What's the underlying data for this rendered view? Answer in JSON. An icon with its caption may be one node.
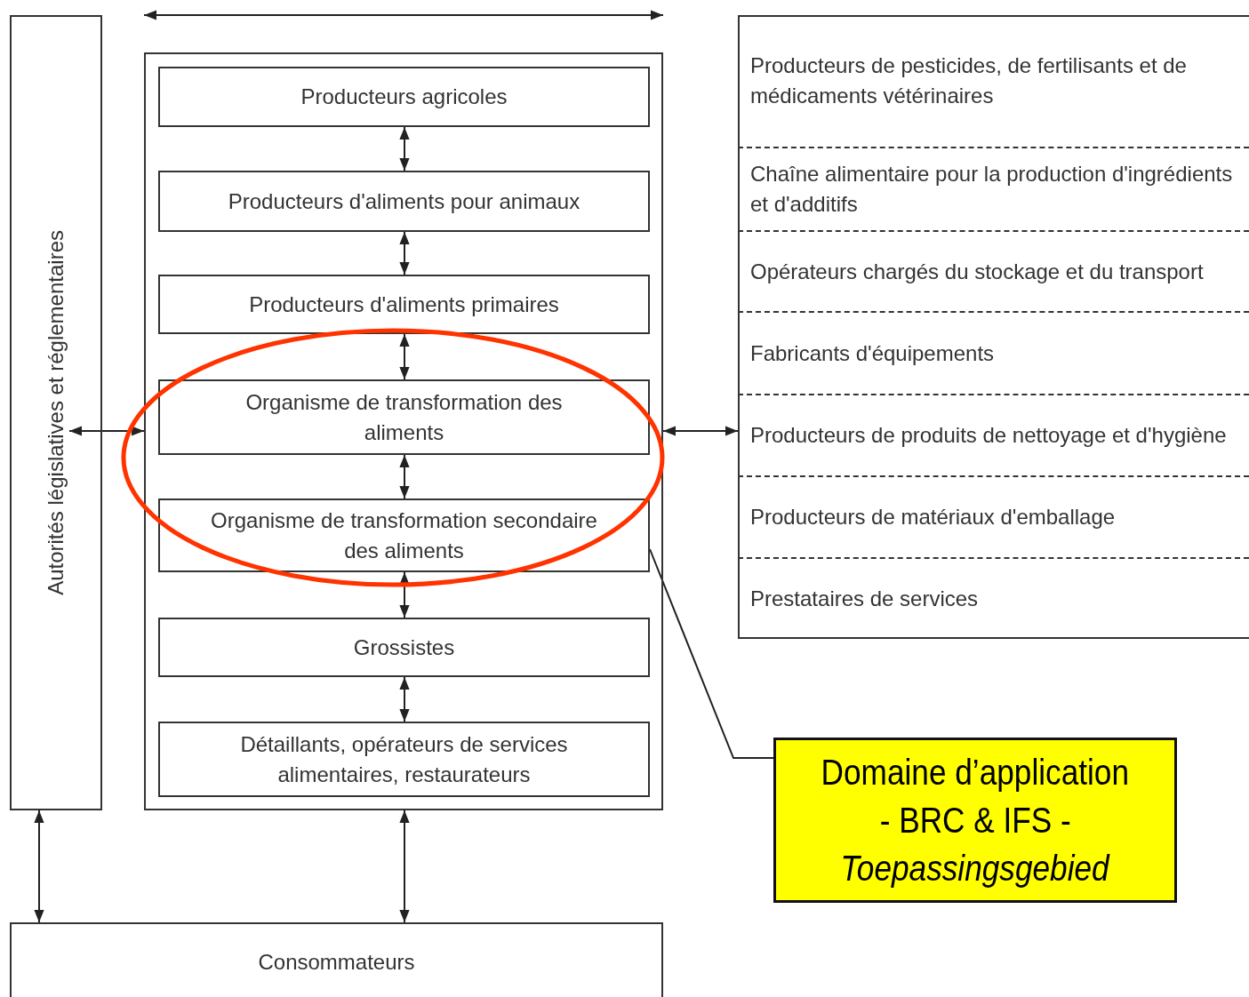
{
  "diagram": {
    "nodes": [
      {
        "text": [
          "Autorités législatives et réglementaires"
        ]
      },
      {
        "text": [],
        "shape": "box"
      },
      {
        "text": [
          "Producteurs agricoles"
        ],
        "in": 1
      },
      {
        "text": [
          "Producteurs d'aliments pour animaux"
        ],
        "in": 1
      },
      {
        "text": [
          "Producteurs d'aliments primaires"
        ],
        "in": 1
      },
      {
        "text": [
          "Organisme de transformation des aliments"
        ],
        "in": 1
      },
      {
        "text": [
          "Organisme de transformation secondaire des aliments"
        ],
        "in": 1
      },
      {
        "text": [
          "Grossistes"
        ],
        "in": 1
      },
      {
        "text": [
          "Détaillants, opérateurs de services alimentaires, restaurateurs"
        ],
        "in": 1
      },
      {
        "text": [],
        "shape": "box"
      },
      {
        "text": [
          "Producteurs de pesticides, de fertilisants et de médicaments vétérinaires"
        ],
        "in": 9
      },
      {
        "text": [
          "Chaîne alimentaire pour la production d'ingrédients et d'additifs"
        ],
        "in": 9
      },
      {
        "text": [
          "Opérateurs chargés du stockage et du transport"
        ],
        "in": 9
      },
      {
        "text": [
          "Fabricants d'équipements"
        ],
        "in": 9
      },
      {
        "text": [
          "Producteurs de produits de nettoyage et d'hygiène"
        ],
        "in": 9
      },
      {
        "text": [
          "Producteurs de matériaux d'emballage"
        ],
        "in": 9
      },
      {
        "text": [
          "Prestataires de services"
        ],
        "in": 9
      },
      {
        "text": [
          "Consommateurs"
        ]
      },
      {
        "text": [
          "Domaine d’application",
          "- BRC & IFS -",
          "Toepassingsgebied"
        ]
      }
    ],
    "edges": [
      {
        "from": 2,
        "to": 3,
        "arrow": "both"
      },
      {
        "from": 3,
        "to": 4,
        "arrow": "both"
      },
      {
        "from": 4,
        "to": 5,
        "arrow": "both"
      },
      {
        "from": 5,
        "to": 6,
        "arrow": "both"
      },
      {
        "from": 6,
        "to": 7,
        "arrow": "both"
      },
      {
        "from": 7,
        "to": 8,
        "arrow": "both"
      },
      {
        "from": 0,
        "to": 1,
        "arrow": "both"
      },
      {
        "from": 1,
        "to": 9,
        "arrow": "both"
      },
      {
        "from": 0,
        "to": 17,
        "arrow": "both"
      },
      {
        "from": 1,
        "to": 17,
        "arrow": "both"
      },
      {
        "from": 18,
        "to": 6,
        "arrow": "none"
      }
    ]
  }
}
